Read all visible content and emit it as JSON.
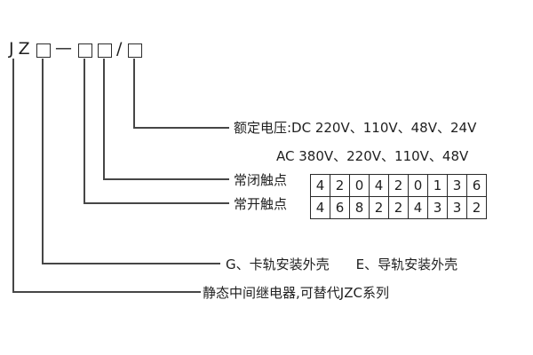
{
  "model": {
    "prefix": "JZ",
    "dash": "—",
    "slash": "/"
  },
  "callouts": {
    "rated_voltage_dc": "额定电压:DC 220V、110V、48V、24V",
    "rated_voltage_ac": "AC 380V、220V、110V、48V",
    "normally_closed": "常闭触点",
    "normally_open": "常开触点",
    "shell_g": "G、卡轨安装外壳",
    "shell_e": "E、导轨安装外壳",
    "series": "静态中间继电器,可替代JZC系列"
  },
  "contact_table": {
    "rows": [
      [
        "4",
        "2",
        "0",
        "4",
        "2",
        "0",
        "1",
        "3",
        "6"
      ],
      [
        "4",
        "6",
        "8",
        "2",
        "2",
        "4",
        "3",
        "3",
        "2"
      ]
    ]
  },
  "colors": {
    "line": "#464646",
    "text": "#1f1f1f",
    "background": "#ffffff"
  }
}
